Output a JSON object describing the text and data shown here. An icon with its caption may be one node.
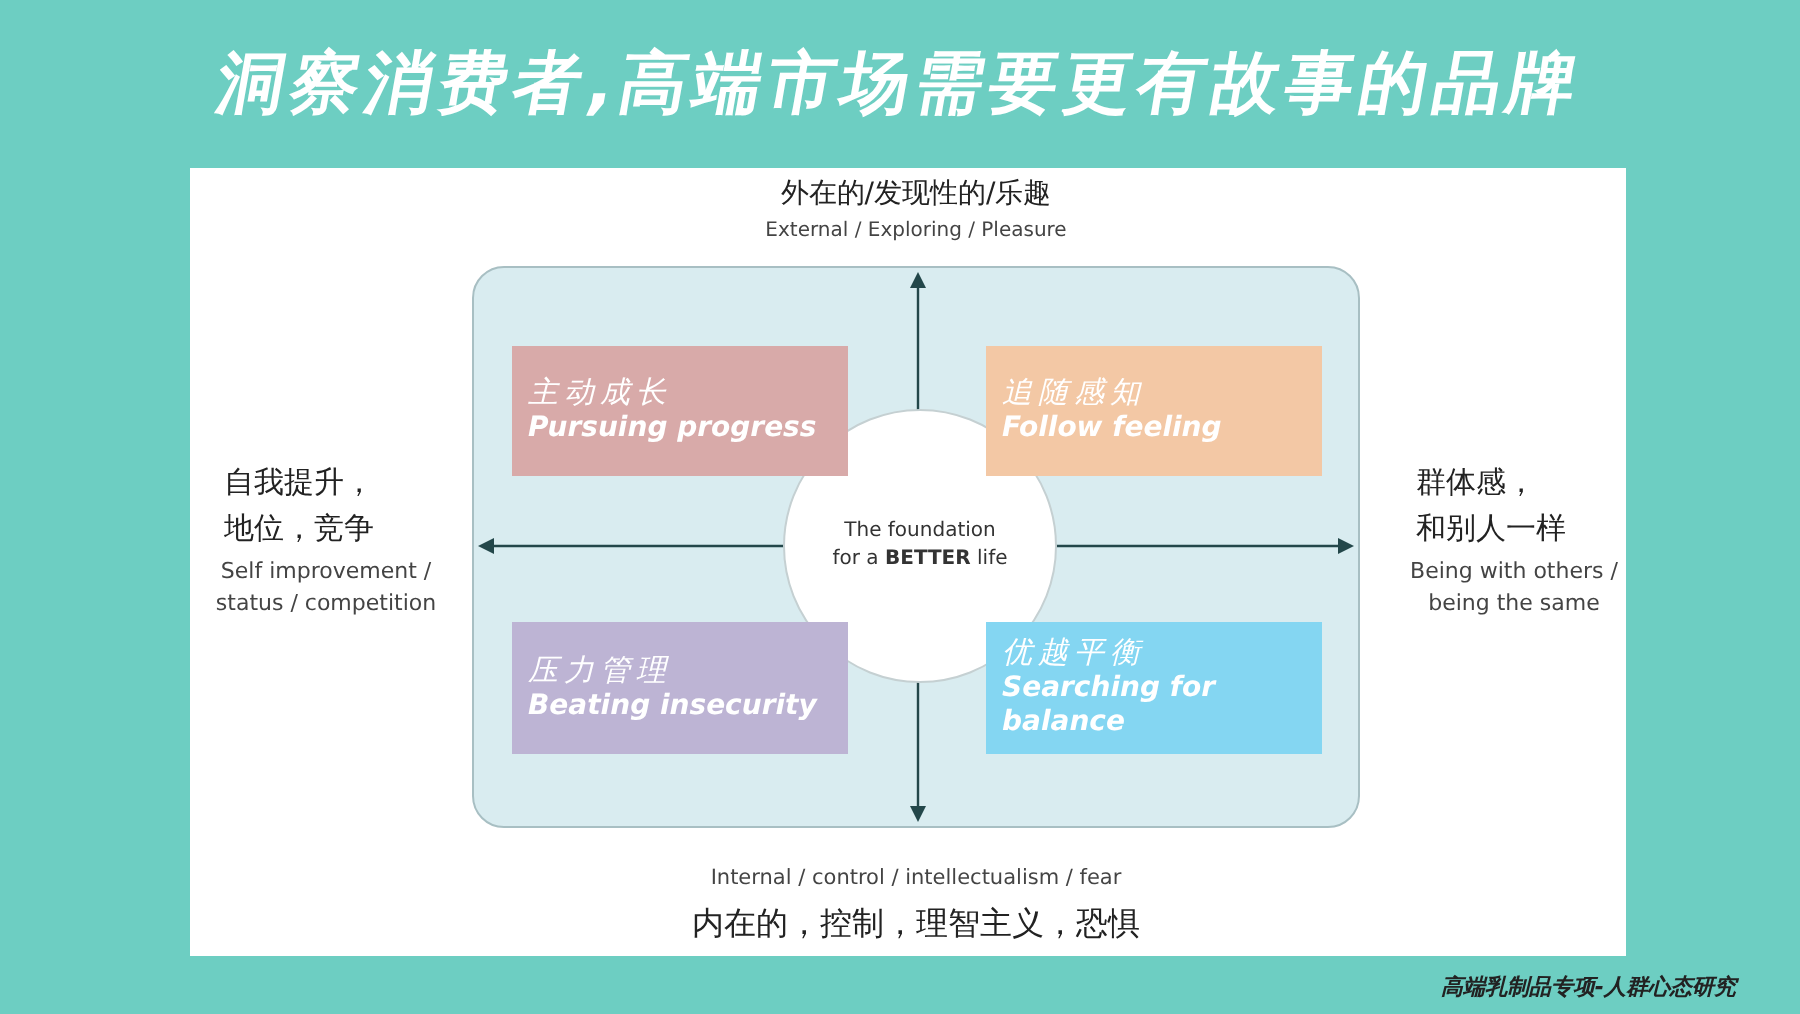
{
  "diagram": {
    "title": "洞察消费者,高端市场需要更有故事的品牌",
    "nodes": [
      {
        "text": [],
        "shape": "box"
      },
      {
        "text": [
          "主动成长",
          "Pursuing progress"
        ],
        "in": 0
      },
      {
        "text": [
          "追随感知",
          "Follow feeling"
        ],
        "in": 0
      },
      {
        "text": [
          "The foundation for a **BETTER** life"
        ],
        "in": 0
      },
      {
        "text": [
          "压力管理",
          "Beating insecurity"
        ],
        "in": 0
      },
      {
        "text": [
          "优越平衡",
          "Searching for balance"
        ],
        "in": 0
      }
    ],
    "labels": [
      "外在的/发现性的/乐趣",
      "External / Exploring / Pleasure",
      "自我提升，地位，竞争",
      "Self improvement / status / competition",
      "群体感，和别人一样",
      "Being with others / being the same",
      "Internal / control / intellectualism / fear",
      "内在的，控制，理智主义，恐惧",
      "高端乳制品专项-人群心态研究"
    ]
  }
}
